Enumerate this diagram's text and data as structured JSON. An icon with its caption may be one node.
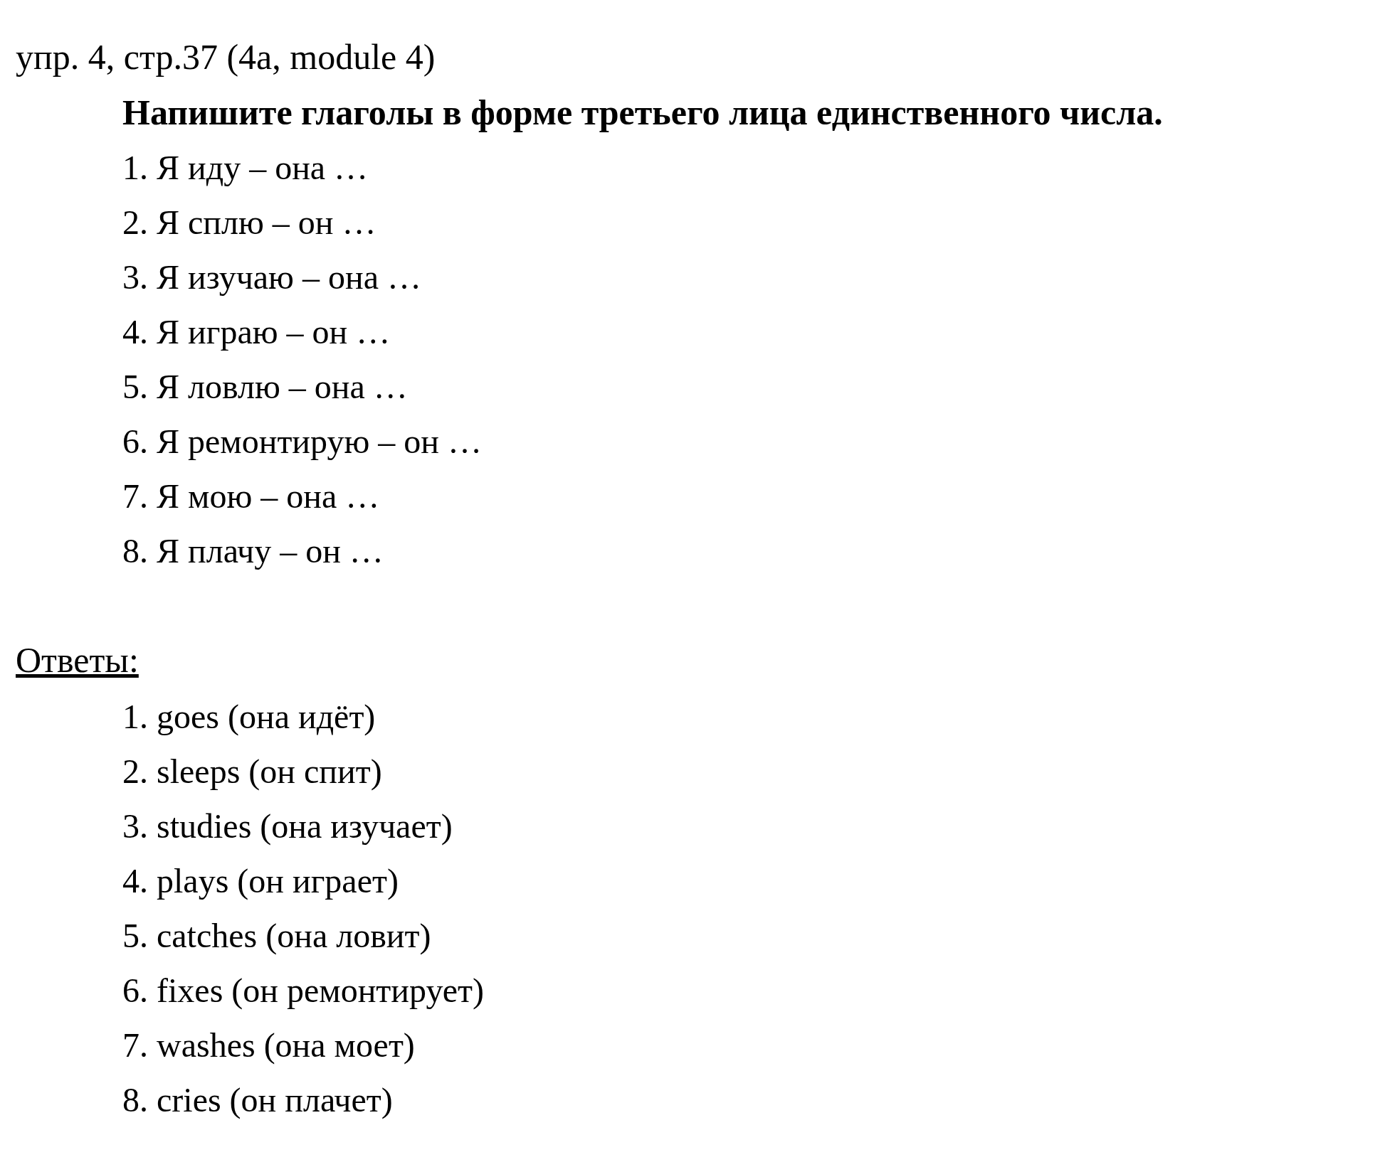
{
  "diagram": {
    "title": "упр. 4, стр.37 (4a, module 4)",
    "labels": [
      "Напишите глаголы в форме третьего лица единственного числа.",
      "1. Я иду – она …",
      "2. Я сплю – он …",
      "3. Я изучаю – она …",
      "4. Я играю – он …",
      "5. Я ловлю – она …",
      "6. Я ремонтирую – он …",
      "7. Я мою – она …",
      "8. Я плачу – он …",
      "Ответы:",
      "1. goes (она идёт)",
      "2. sleeps (он спит)",
      "3. studies (она изучает)",
      "4. plays (он играет)",
      "5. catches (она ловит)",
      "6. fixes (он ремонтирует)",
      "7. washes (она моет)",
      "8. cries (он плачет)"
    ]
  }
}
